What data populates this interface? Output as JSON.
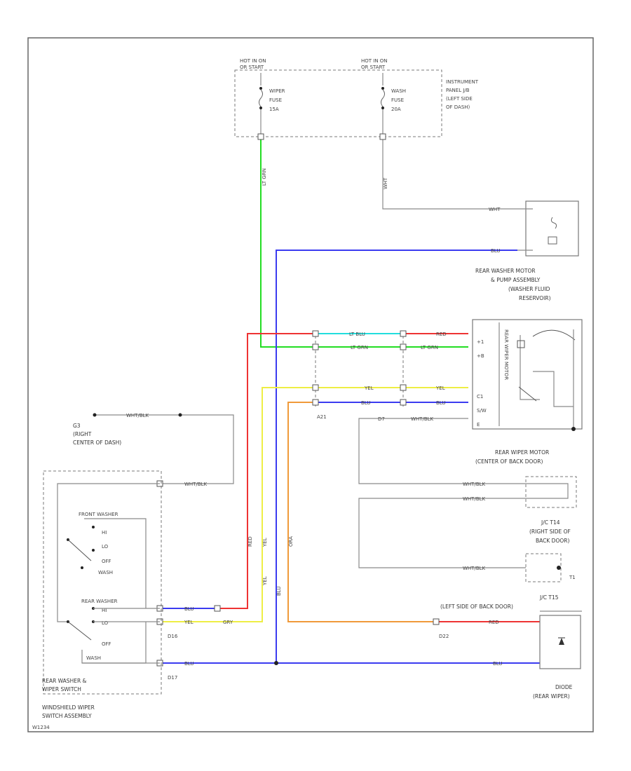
{
  "colors": {
    "grn": "#22dd22",
    "blu": "#3b3bf0",
    "red": "#ee3333",
    "cyan": "#22dddd",
    "yel": "#eeee44",
    "orange": "#f09a3a",
    "gray": "#8a8a8a"
  },
  "power": {
    "left_header_1": "HOT IN ON",
    "left_header_2": "OR START",
    "right_header_1": "HOT IN ON",
    "right_header_2": "OR START",
    "fuse_left_1": "WIPER",
    "fuse_left_2": "FUSE",
    "fuse_left_3": "15A",
    "fuse_right_1": "WASH",
    "fuse_right_2": "FUSE",
    "fuse_right_3": "20A",
    "panel_1": "INSTRUMENT",
    "panel_2": "PANEL J/B",
    "panel_3": "(LEFT SIDE",
    "panel_4": "OF DASH)"
  },
  "wires": {
    "lt_grn": "LT GRN",
    "wht": "WHT",
    "blu": "BLU",
    "red": "RED",
    "lt_blu": "LT BLU",
    "yel": "YEL",
    "gry": "GRY",
    "ora": "ORA",
    "wht_blk": "WHT/BLK",
    "lt_grn_2": "LT GRN"
  },
  "components": {
    "washer_1": "REAR WASHER MOTOR",
    "washer_2": "& PUMP ASSEMBLY",
    "washer_3": "(WASHER FLUID",
    "washer_4": "RESERVOIR)",
    "rwm_1": "REAR WIPER MOTOR",
    "rwm_2": "(CENTER OF BACK DOOR)",
    "motor_inner": "REAR WIPER MOTOR",
    "jc1_1": "J/C T14",
    "jc1_2": "(RIGHT SIDE OF",
    "jc1_3": "BACK DOOR)",
    "jc2_1": "J/C T15",
    "jc2_2": "(LEFT SIDE OF BACK DOOR)",
    "diode_1": "DIODE",
    "diode_2": "(REAR WIPER)",
    "g_1": "G3",
    "g_2": "(RIGHT",
    "g_3": "CENTER OF DASH)",
    "ground_t": "T1",
    "sw_1": "REAR WASHER &",
    "sw_2": "WIPER SWITCH",
    "sw_3": "WINDSHIELD WIPER",
    "sw_4": "SWITCH ASSEMBLY",
    "sw_front": "FRONT WASHER",
    "sw_rear": "REAR WASHER",
    "pos_hi": "HI",
    "pos_lo": "LO",
    "pos_off": "OFF",
    "pos_wash": "WASH",
    "pos_hi2": "HI",
    "pos_lo2": "LO",
    "pos_off2": "OFF",
    "pos_wash2": "WASH",
    "motor_pin_1": "+1",
    "motor_pin_2": "+B",
    "motor_pin_3": "C1",
    "motor_pin_4": "S/W",
    "motor_pin_5": "E"
  },
  "connectors": {
    "c_a": "A21",
    "c_b": "D16",
    "c_c": "D17",
    "c_d": "D22",
    "c_e": "D7"
  },
  "footer": "W1234"
}
